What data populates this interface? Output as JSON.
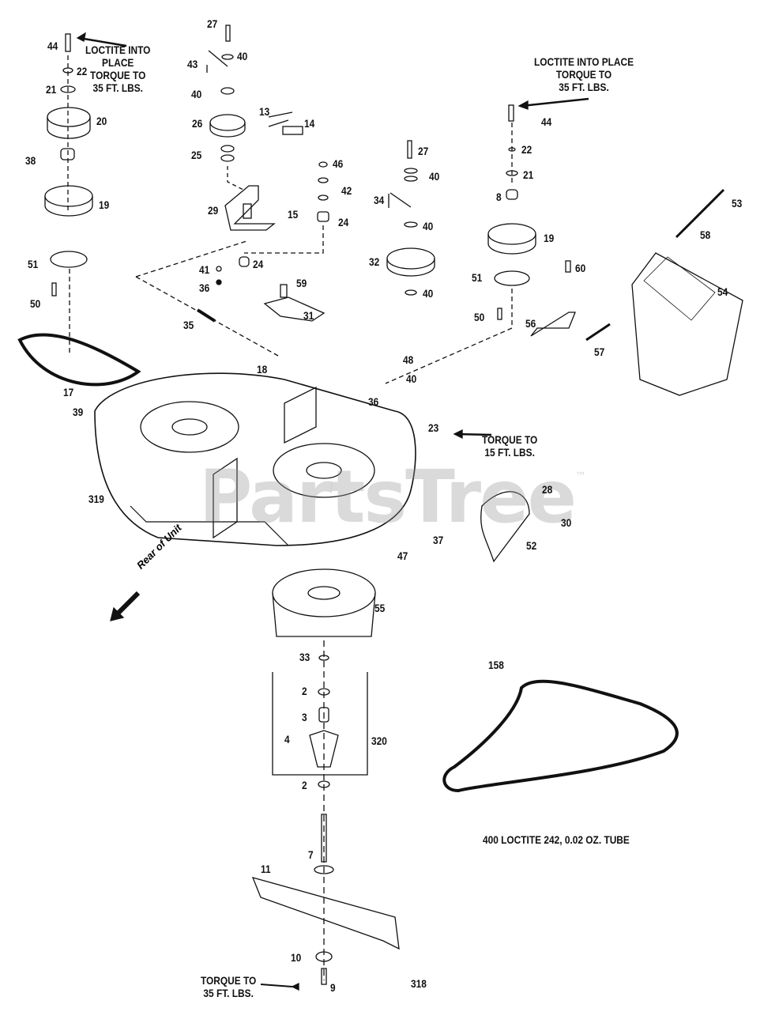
{
  "watermark": {
    "text": "PartsTree",
    "mark": "™"
  },
  "direction_label": "Rear of Unit",
  "notes": {
    "left_top": [
      "LOCTITE INTO",
      "PLACE",
      "TORQUE TO",
      "35 FT. LBS."
    ],
    "right_top": [
      "LOCTITE INTO PLACE",
      "TORQUE TO",
      "35 FT. LBS."
    ],
    "torque_15": [
      "TORQUE TO",
      "15 FT. LBS."
    ],
    "torque_bottom": [
      "TORQUE TO",
      "35 FT. LBS."
    ],
    "loctite_tube": "400  LOCTITE 242, 0.02 OZ. TUBE"
  },
  "callouts": [
    "44",
    "22",
    "21",
    "20",
    "38",
    "19",
    "51",
    "50",
    "17",
    "39",
    "319",
    "27",
    "40",
    "43",
    "40",
    "26",
    "13",
    "14",
    "25",
    "46",
    "42",
    "29",
    "15",
    "24",
    "41",
    "24",
    "36",
    "59",
    "35",
    "31",
    "18",
    "27",
    "40",
    "34",
    "40",
    "32",
    "40",
    "44",
    "22",
    "21",
    "8",
    "19",
    "51",
    "50",
    "60",
    "56",
    "57",
    "53",
    "58",
    "54",
    "48",
    "40",
    "36",
    "23",
    "28",
    "30",
    "37",
    "52",
    "47",
    "55",
    "33",
    "2",
    "3",
    "4",
    "320",
    "2",
    "158",
    "7",
    "11",
    "10",
    "9",
    "318"
  ]
}
